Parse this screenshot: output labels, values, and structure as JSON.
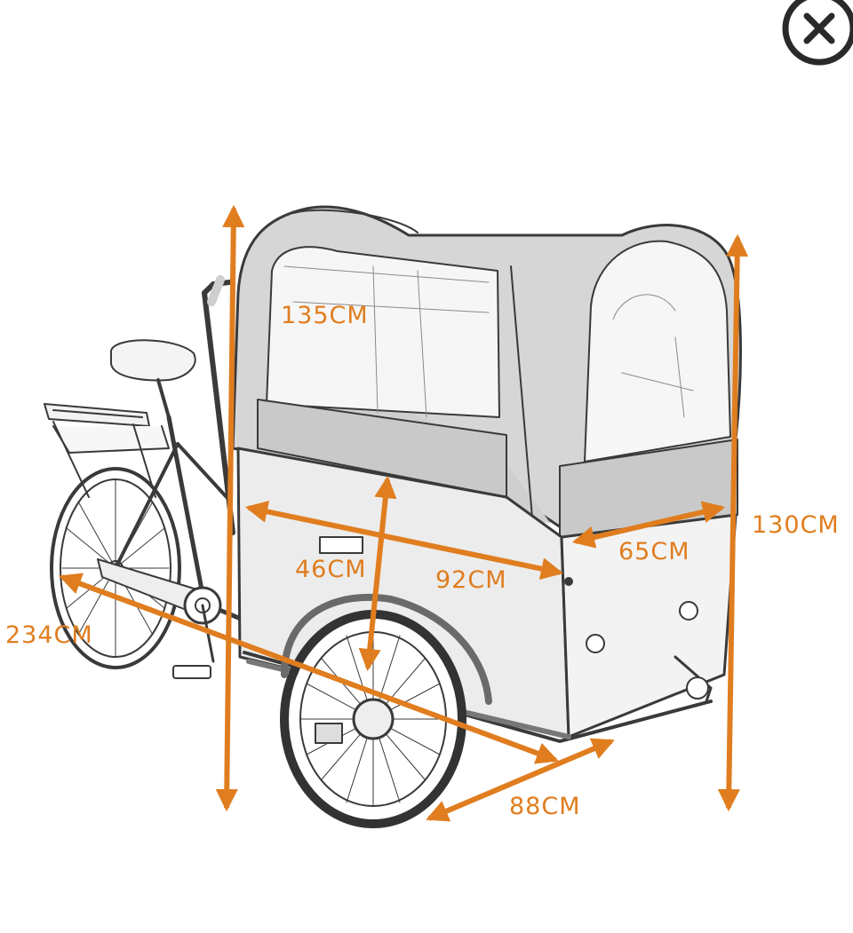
{
  "close_button": {
    "icon": "close-icon",
    "symbol": "×"
  },
  "colors": {
    "dimension": "#e07d1f",
    "sketch": "#3a3a3a",
    "canopy": "#d6d6d6",
    "cargo_box": "#ececec"
  },
  "dimensions": {
    "height_left": "135CM",
    "height_right": "130CM",
    "box_length": "92CM",
    "box_width": "65CM",
    "box_height": "46CM",
    "total_length": "234CM",
    "wheel_track": "88CM"
  }
}
